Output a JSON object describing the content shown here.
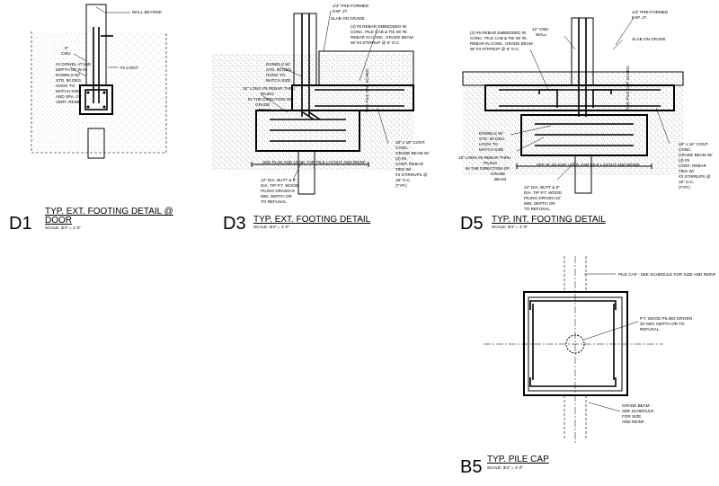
{
  "details": {
    "d1": {
      "tag": "D1",
      "title_line1": "TYP. EXT. FOOTING DETAIL @",
      "title_line2": "DOOR",
      "scale": "SCALE: 3/4\" = 1'-0\"",
      "notes": {
        "wall_beyond": "WALL BEYOND",
        "cmu_8": "8\"",
        "cmu": "CMU",
        "dowel": [
          "#4 DOWEL AT MID",
          "DEPTH OF W #4",
          "DOWELS W/",
          "STD. 90 DEG.",
          "HOOK TO",
          "MATCH SIZE",
          "AND SPA. OF",
          "VERT. REINF."
        ],
        "cont": "#4 CONT."
      }
    },
    "d3": {
      "tag": "D3",
      "title": "TYP. EXT. FOOTING DETAIL",
      "scale": "SCALE: 3/4\" = 1'-0\"",
      "notes": {
        "exp_jt": [
          "1/4\" PRE-FORMED",
          "EXP. JT."
        ],
        "slab": "SLAB ON GRADE",
        "rebar_embedded": [
          "(4) #5 REBAR EMBEDDED IN",
          "CONC. PILE CAB & TIE W/ #5",
          "REBAR IN CONC. GRADE BEAM",
          "W/ #3 STIRRUP @ 8\" O.C."
        ],
        "dowels": [
          "DOWELS W/",
          "STD. 90 DEG.",
          "HOOK TO",
          "MATCH SIZE"
        ],
        "long_rebar": [
          "18\" LONG #5 REBAR THRU",
          "PILING",
          "IN THE DIRECTION OF",
          "GRADE",
          "BEAM"
        ],
        "pile_cap_label": "SEE PILE CAP SCHED.",
        "dim_label": "SEE PLAN AND LOAD. FAR PILE LAYOUT AND REINF.",
        "grade_beam": [
          "16\" x 16\" CONT.",
          "CONC.",
          "GRADE BEAM W/",
          "(4) #5",
          "CONT. REBAR",
          "TIES W/",
          "#3 STIRRUPS @",
          "18\" O.C.",
          "(TYP.)"
        ],
        "piling": [
          "12\" DIA. BUTT & 8\"",
          "DIA. TIP P.T. WOOD",
          "PILING DRIVEN 8'",
          "MIN. DEPTH OR",
          "TO REFUSAL"
        ]
      }
    },
    "d5": {
      "tag": "D5",
      "title": "TYP. INT. FOOTING DETAIL",
      "scale": "SCALE: 3/4\" = 1'-0\"",
      "notes": {
        "rebar_embedded": [
          "(4) #5 REBAR EMBEDDED IN",
          "CONC. PILE CAB & TIE W/ #5",
          "REBAR IN CONC. GRADE BEAM",
          "W/ #3 STIRRUP @ 8\" O.C."
        ],
        "cmu": [
          "12\" CMU",
          "WALL"
        ],
        "exp_jt": [
          "1/4\" PRE-FORMED",
          "EXP. JT."
        ],
        "slab": "SLAB ON GRADE",
        "pile_cap_label": "SEE PILE CAP SCHED.",
        "dowels": [
          "DOWELS W/",
          "STD. 90 DEG.",
          "HOOK TO",
          "MATCH SIZE"
        ],
        "long_rebar": [
          "18\" LONG #5 REBAR THRU",
          "PILING",
          "IN THE DIRECTION OF",
          "GRADE",
          "BEAM"
        ],
        "dim_label": "SEE PLAN AND LOAD. FAR PILE LAYOUT AND REINF.",
        "piling": [
          "12\" DIA. BUTT & 8\"",
          "DIA. TIP P.T. WOOD",
          "PILING DRIVEN 22'",
          "MIN. DEPTH OR",
          "TO REFUSAL."
        ],
        "grade_beam": [
          "16\" x 16\" CONT.",
          "CONC.",
          "GRADE BEAM W/",
          "(4) #5",
          "CONT. REBAR",
          "TIES W/",
          "#3 STIRRUPS @",
          "18\" O.C.",
          "(TYP.)"
        ]
      }
    },
    "b5": {
      "tag": "B5",
      "title": "TYP. PILE CAP",
      "scale": "SCALE: 3/4\" = 1'-0\"",
      "notes": {
        "pile_cap": "PILE CAP - SEE SCHEDULE FOR SIZE AND REINF.",
        "pt_wood": [
          "P.T. WOOD PILING DRIVEN",
          "20' MIN. DEPTH OR TO",
          "REFUSAL."
        ],
        "grade_beam": [
          "GRADE BEAM -",
          "SEE SCHEDULE",
          "FOR SIZE",
          "AND REINF."
        ]
      }
    }
  }
}
